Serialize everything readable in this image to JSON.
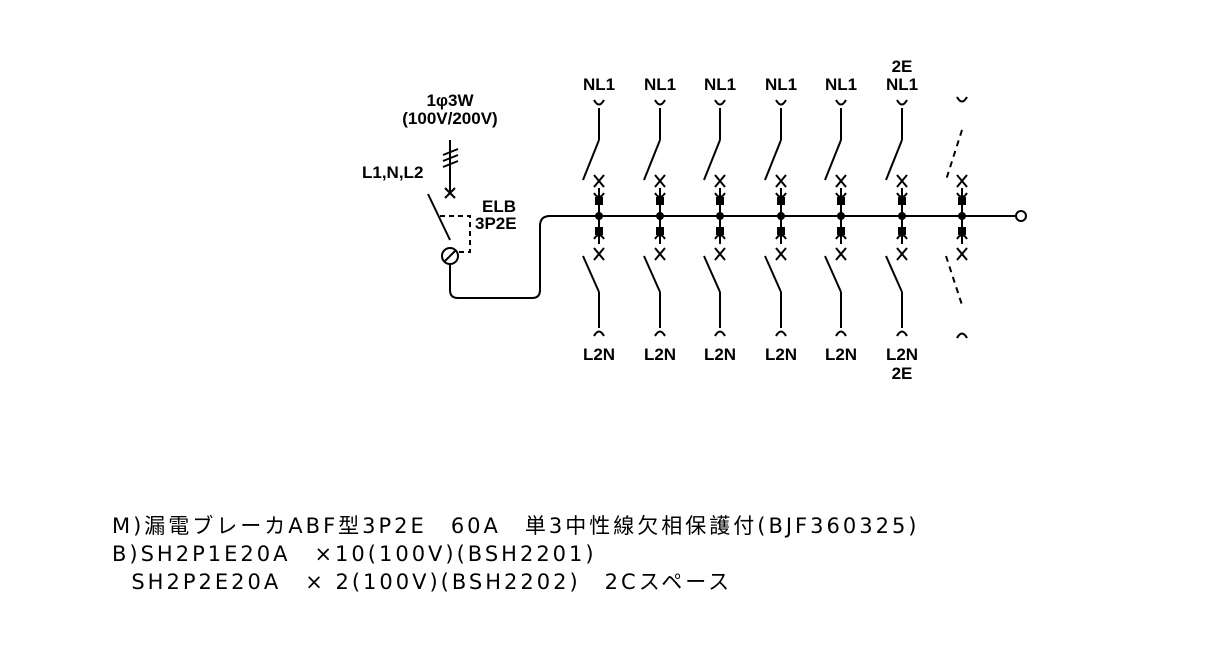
{
  "supply": {
    "phase": "1φ3W",
    "voltage": "(100V/200V)",
    "lines": "L1,N,L2"
  },
  "main_breaker": {
    "name": "ELB",
    "poles": "3P2E"
  },
  "branches": [
    {
      "top_label": "NL1",
      "bottom_label": "L2N"
    },
    {
      "top_label": "NL1",
      "bottom_label": "L2N"
    },
    {
      "top_label": "NL1",
      "bottom_label": "L2N"
    },
    {
      "top_label": "NL1",
      "bottom_label": "L2N"
    },
    {
      "top_label": "NL1",
      "bottom_label": "L2N"
    },
    {
      "top_label": "NL1",
      "bottom_label": "L2N",
      "top_extra": "2E",
      "bottom_extra": "2E"
    },
    {
      "spare": true
    }
  ],
  "notes": {
    "line1": "M)漏電ブレーカABF型3P2E　60A　単3中性線欠相保護付(BJF360325)",
    "line2": "B)SH2P1E20A　×10(100V)(BSH2201)",
    "line3": "  SH2P2E20A　× 2(100V)(BSH2202)　2Cスペース"
  }
}
